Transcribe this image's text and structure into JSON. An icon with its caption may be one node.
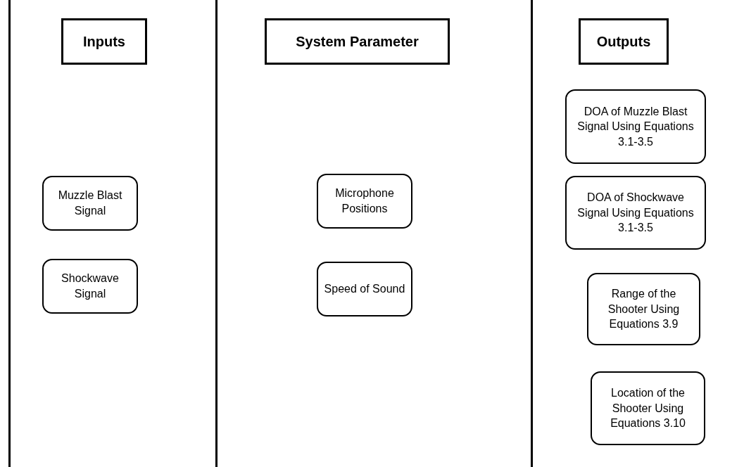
{
  "diagram": {
    "nodes": [
      {
        "text": [
          "Inputs"
        ]
      },
      {
        "text": [
          "System Parameter"
        ]
      },
      {
        "text": [
          "Outputs"
        ]
      },
      {
        "text": [
          "Muzzle Blast Signal"
        ]
      },
      {
        "text": [
          "Shockwave Signal"
        ]
      },
      {
        "text": [
          "Microphone Positions"
        ]
      },
      {
        "text": [
          "Speed of Sound"
        ]
      },
      {
        "text": [
          "DOA of Muzzle Blast Signal Using Equations 3.1-3.5"
        ]
      },
      {
        "text": [
          "DOA of Shockwave Signal Using Equations 3.1-3.5"
        ]
      },
      {
        "text": [
          "Range of the Shooter Using Equations 3.9"
        ]
      },
      {
        "text": [
          "Location of the Shooter Using Equations 3.10"
        ]
      }
    ],
    "edges": []
  }
}
